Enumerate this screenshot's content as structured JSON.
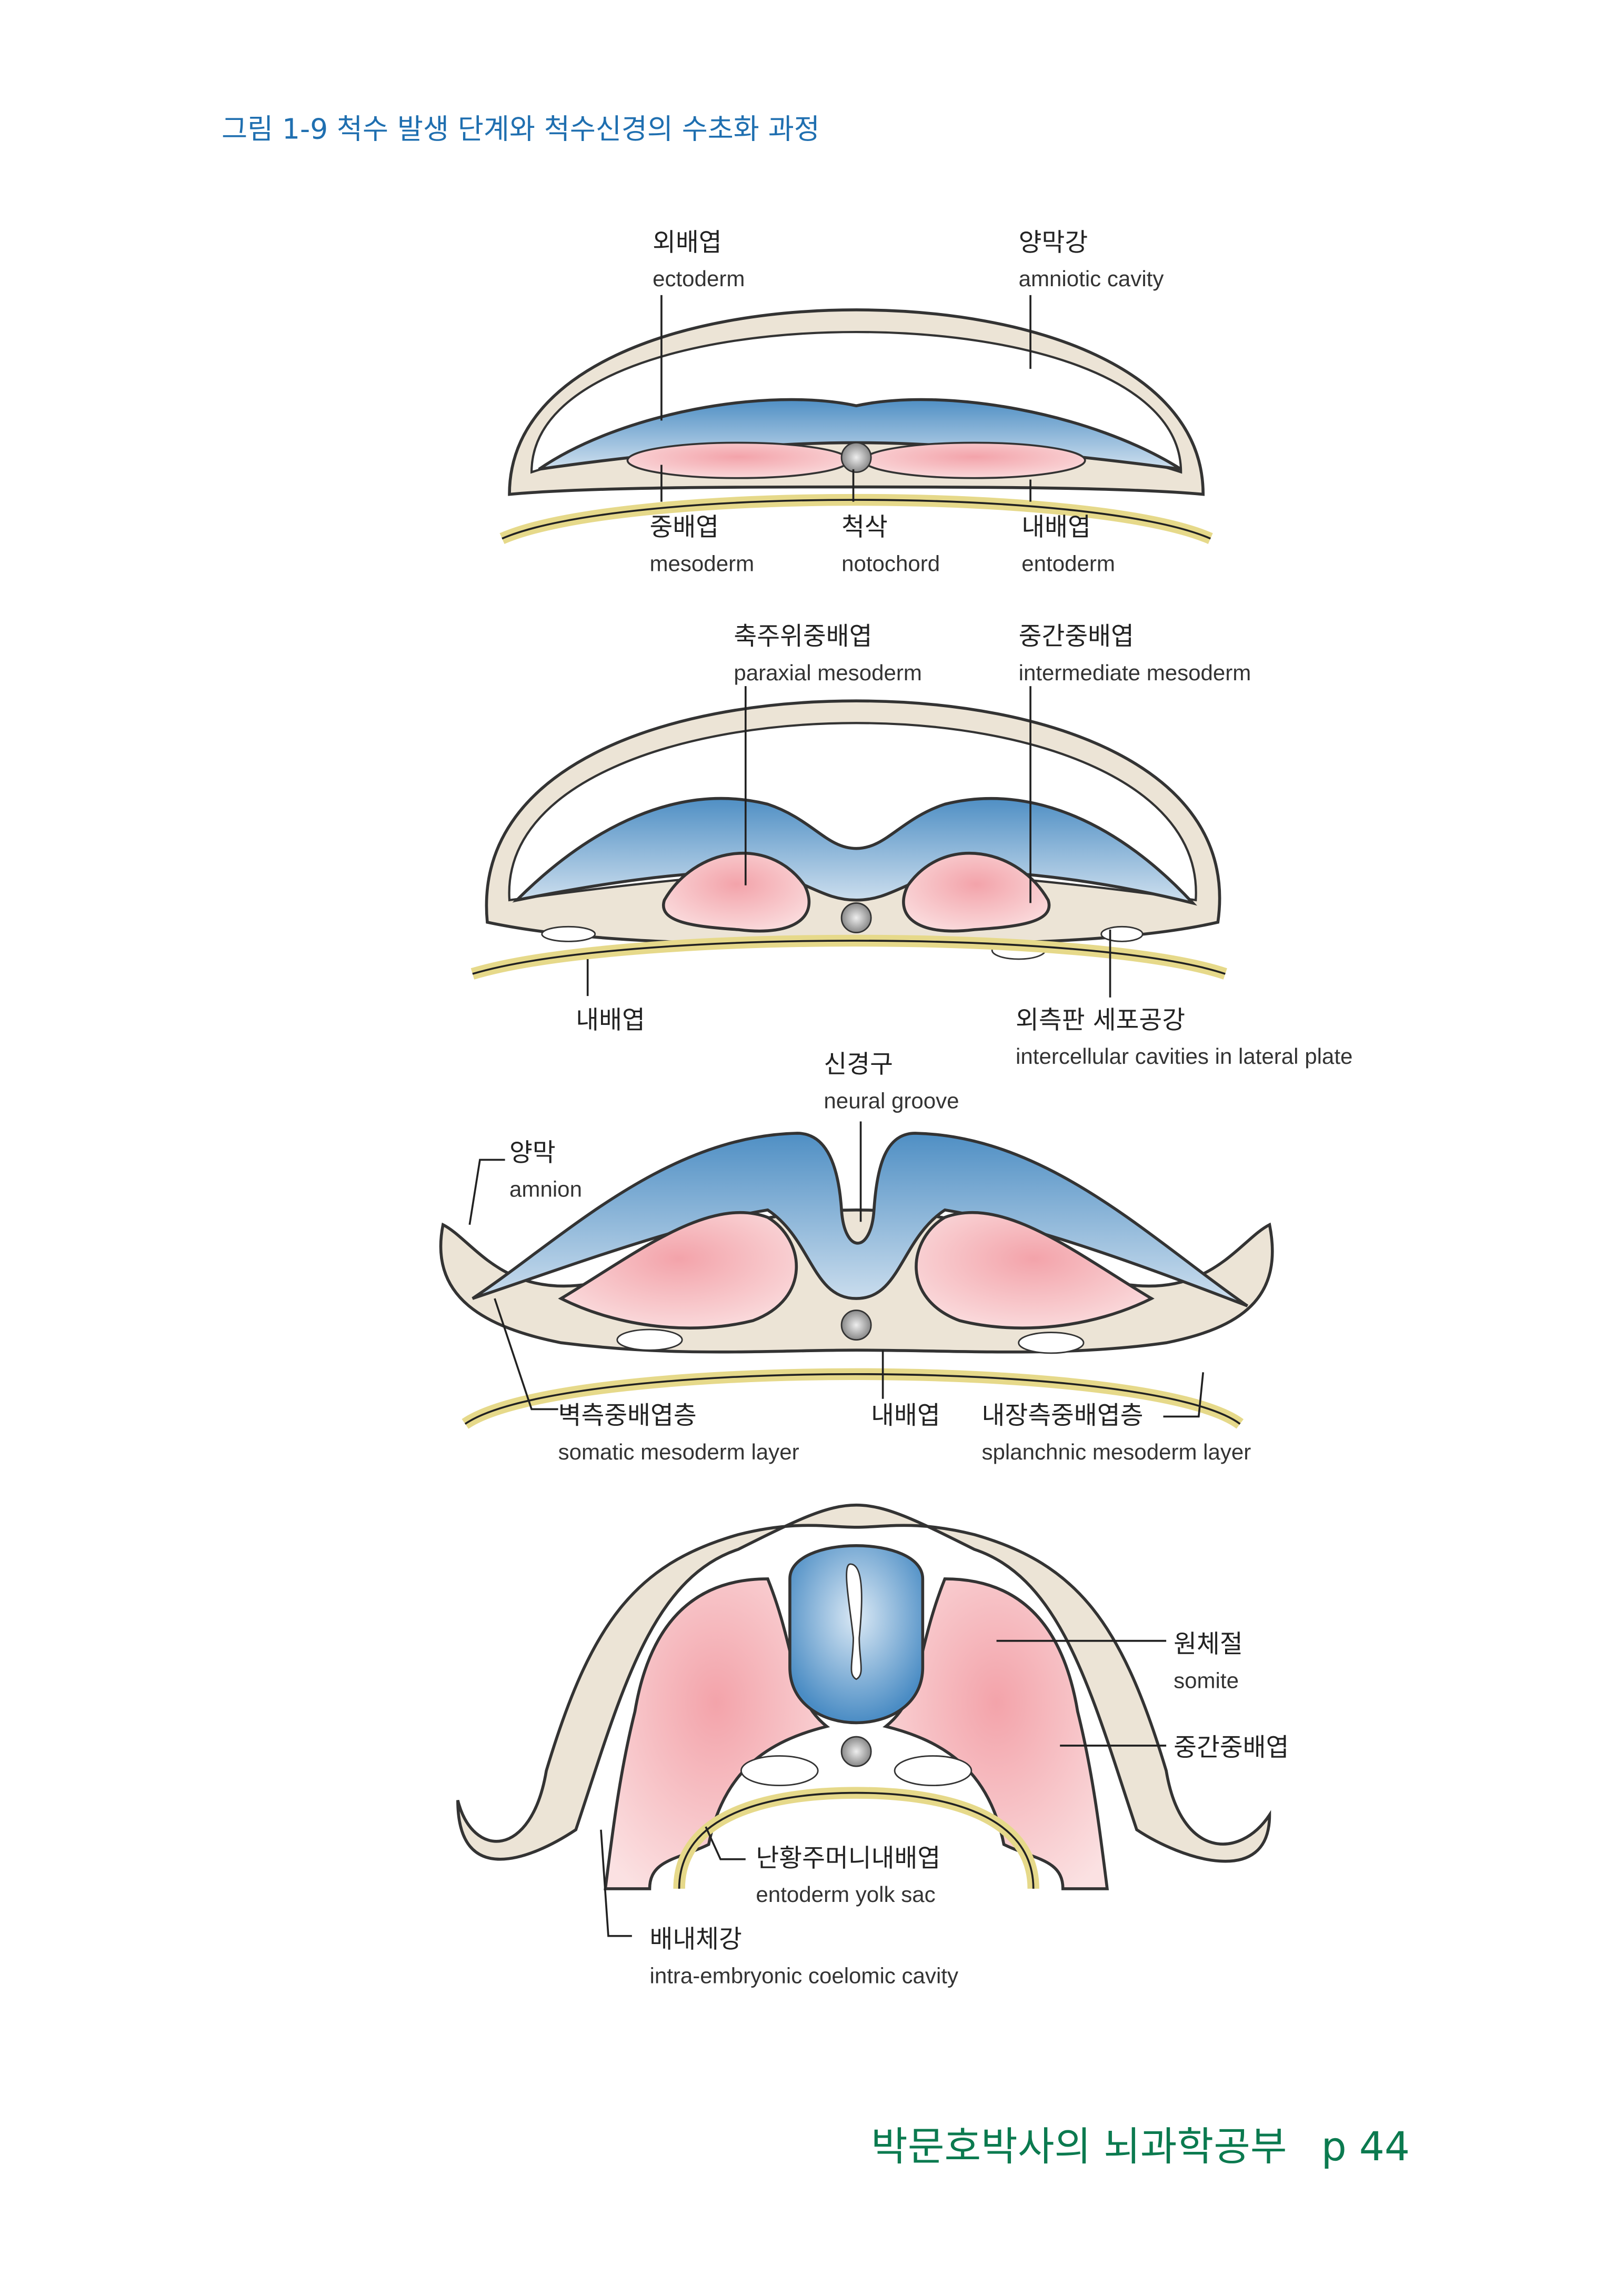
{
  "title": "그림 1-9 척수 발생 단계와 척수신경의 수초화 과정",
  "colors": {
    "ectoderm": "#5f9fcf",
    "mesoderm": "#f2a8ae",
    "tissue": "#ece4d6",
    "entoderm": "#e6d98a",
    "title": "#1f6fb0",
    "footer": "#0b7a4f"
  },
  "stage1": {
    "ectoderm": {
      "ko": "외배엽",
      "en": "ectoderm"
    },
    "amniotic_cavity": {
      "ko": "양막강",
      "en": "amniotic cavity"
    },
    "mesoderm": {
      "ko": "중배엽",
      "en": "mesoderm"
    },
    "notochord": {
      "ko": "척삭",
      "en": "notochord"
    },
    "entoderm": {
      "ko": "내배엽",
      "en": "entoderm"
    }
  },
  "stage2": {
    "paraxial": {
      "ko": "축주위중배엽",
      "en": "paraxial mesoderm"
    },
    "intermediate": {
      "ko": "중간중배엽",
      "en": "intermediate mesoderm"
    },
    "entoderm": {
      "ko": "내배엽"
    },
    "lateral_cavities": {
      "ko": "외측판 세포공강",
      "en": "intercellular cavities in lateral plate"
    }
  },
  "stage3": {
    "neural_groove": {
      "ko": "신경구",
      "en": "neural groove"
    },
    "amnion": {
      "ko": "양막",
      "en": "amnion"
    },
    "somatic": {
      "ko": "벽측중배엽층",
      "en": "somatic mesoderm layer"
    },
    "entoderm": {
      "ko": "내배엽"
    },
    "splanchnic": {
      "ko": "내장측중배엽층",
      "en": "splanchnic mesoderm layer"
    }
  },
  "stage4": {
    "somite": {
      "ko": "원체절",
      "en": "somite"
    },
    "intermediate": {
      "ko": "중간중배엽"
    },
    "yolk_sac": {
      "ko": "난황주머니내배엽",
      "en": "entoderm yolk sac"
    },
    "coelom": {
      "ko": "배내체강",
      "en": "intra-embryonic coelomic cavity"
    }
  },
  "footer": {
    "book": "박문호박사의 뇌과학공부",
    "page": "p 44"
  }
}
